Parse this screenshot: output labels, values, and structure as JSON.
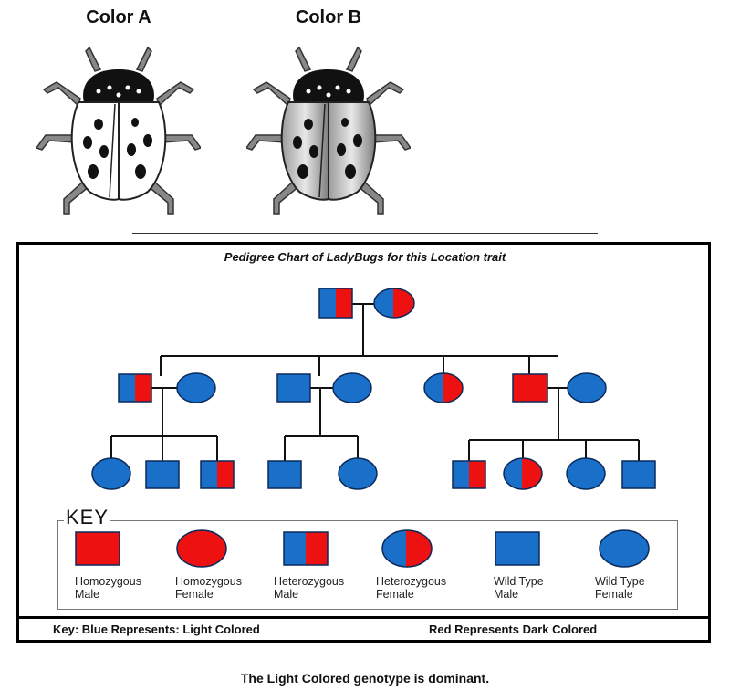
{
  "bugs": {
    "a_label": "Color A",
    "b_label": "Color B"
  },
  "chart": {
    "title": "Pedigree Chart of LadyBugs for this Location trait"
  },
  "colors": {
    "red": "#ee1111",
    "blue": "#1a6fc9",
    "dark_red": "#8a0000",
    "dark_blue": "#0a3a78"
  },
  "key": {
    "title": "KEY",
    "items": [
      {
        "shape": "square",
        "fill": "red",
        "line1": "Homozygous",
        "line2": "Male"
      },
      {
        "shape": "circle",
        "fill": "red",
        "line1": "Homozygous",
        "line2": "Female"
      },
      {
        "shape": "square",
        "fill": "half",
        "line1": "Heterozygous",
        "line2": "Male"
      },
      {
        "shape": "circle",
        "fill": "half",
        "line1": "Heterozygous",
        "line2": "Female"
      },
      {
        "shape": "square",
        "fill": "blue",
        "line1": "Wild Type",
        "line2": "Male"
      },
      {
        "shape": "circle",
        "fill": "blue",
        "line1": "Wild Type",
        "line2": "Female"
      }
    ]
  },
  "footer": {
    "left": "Key: Blue Represents: Light Colored",
    "right": "Red Represents Dark Colored"
  },
  "note": "The Light Colored genotype is dominant."
}
